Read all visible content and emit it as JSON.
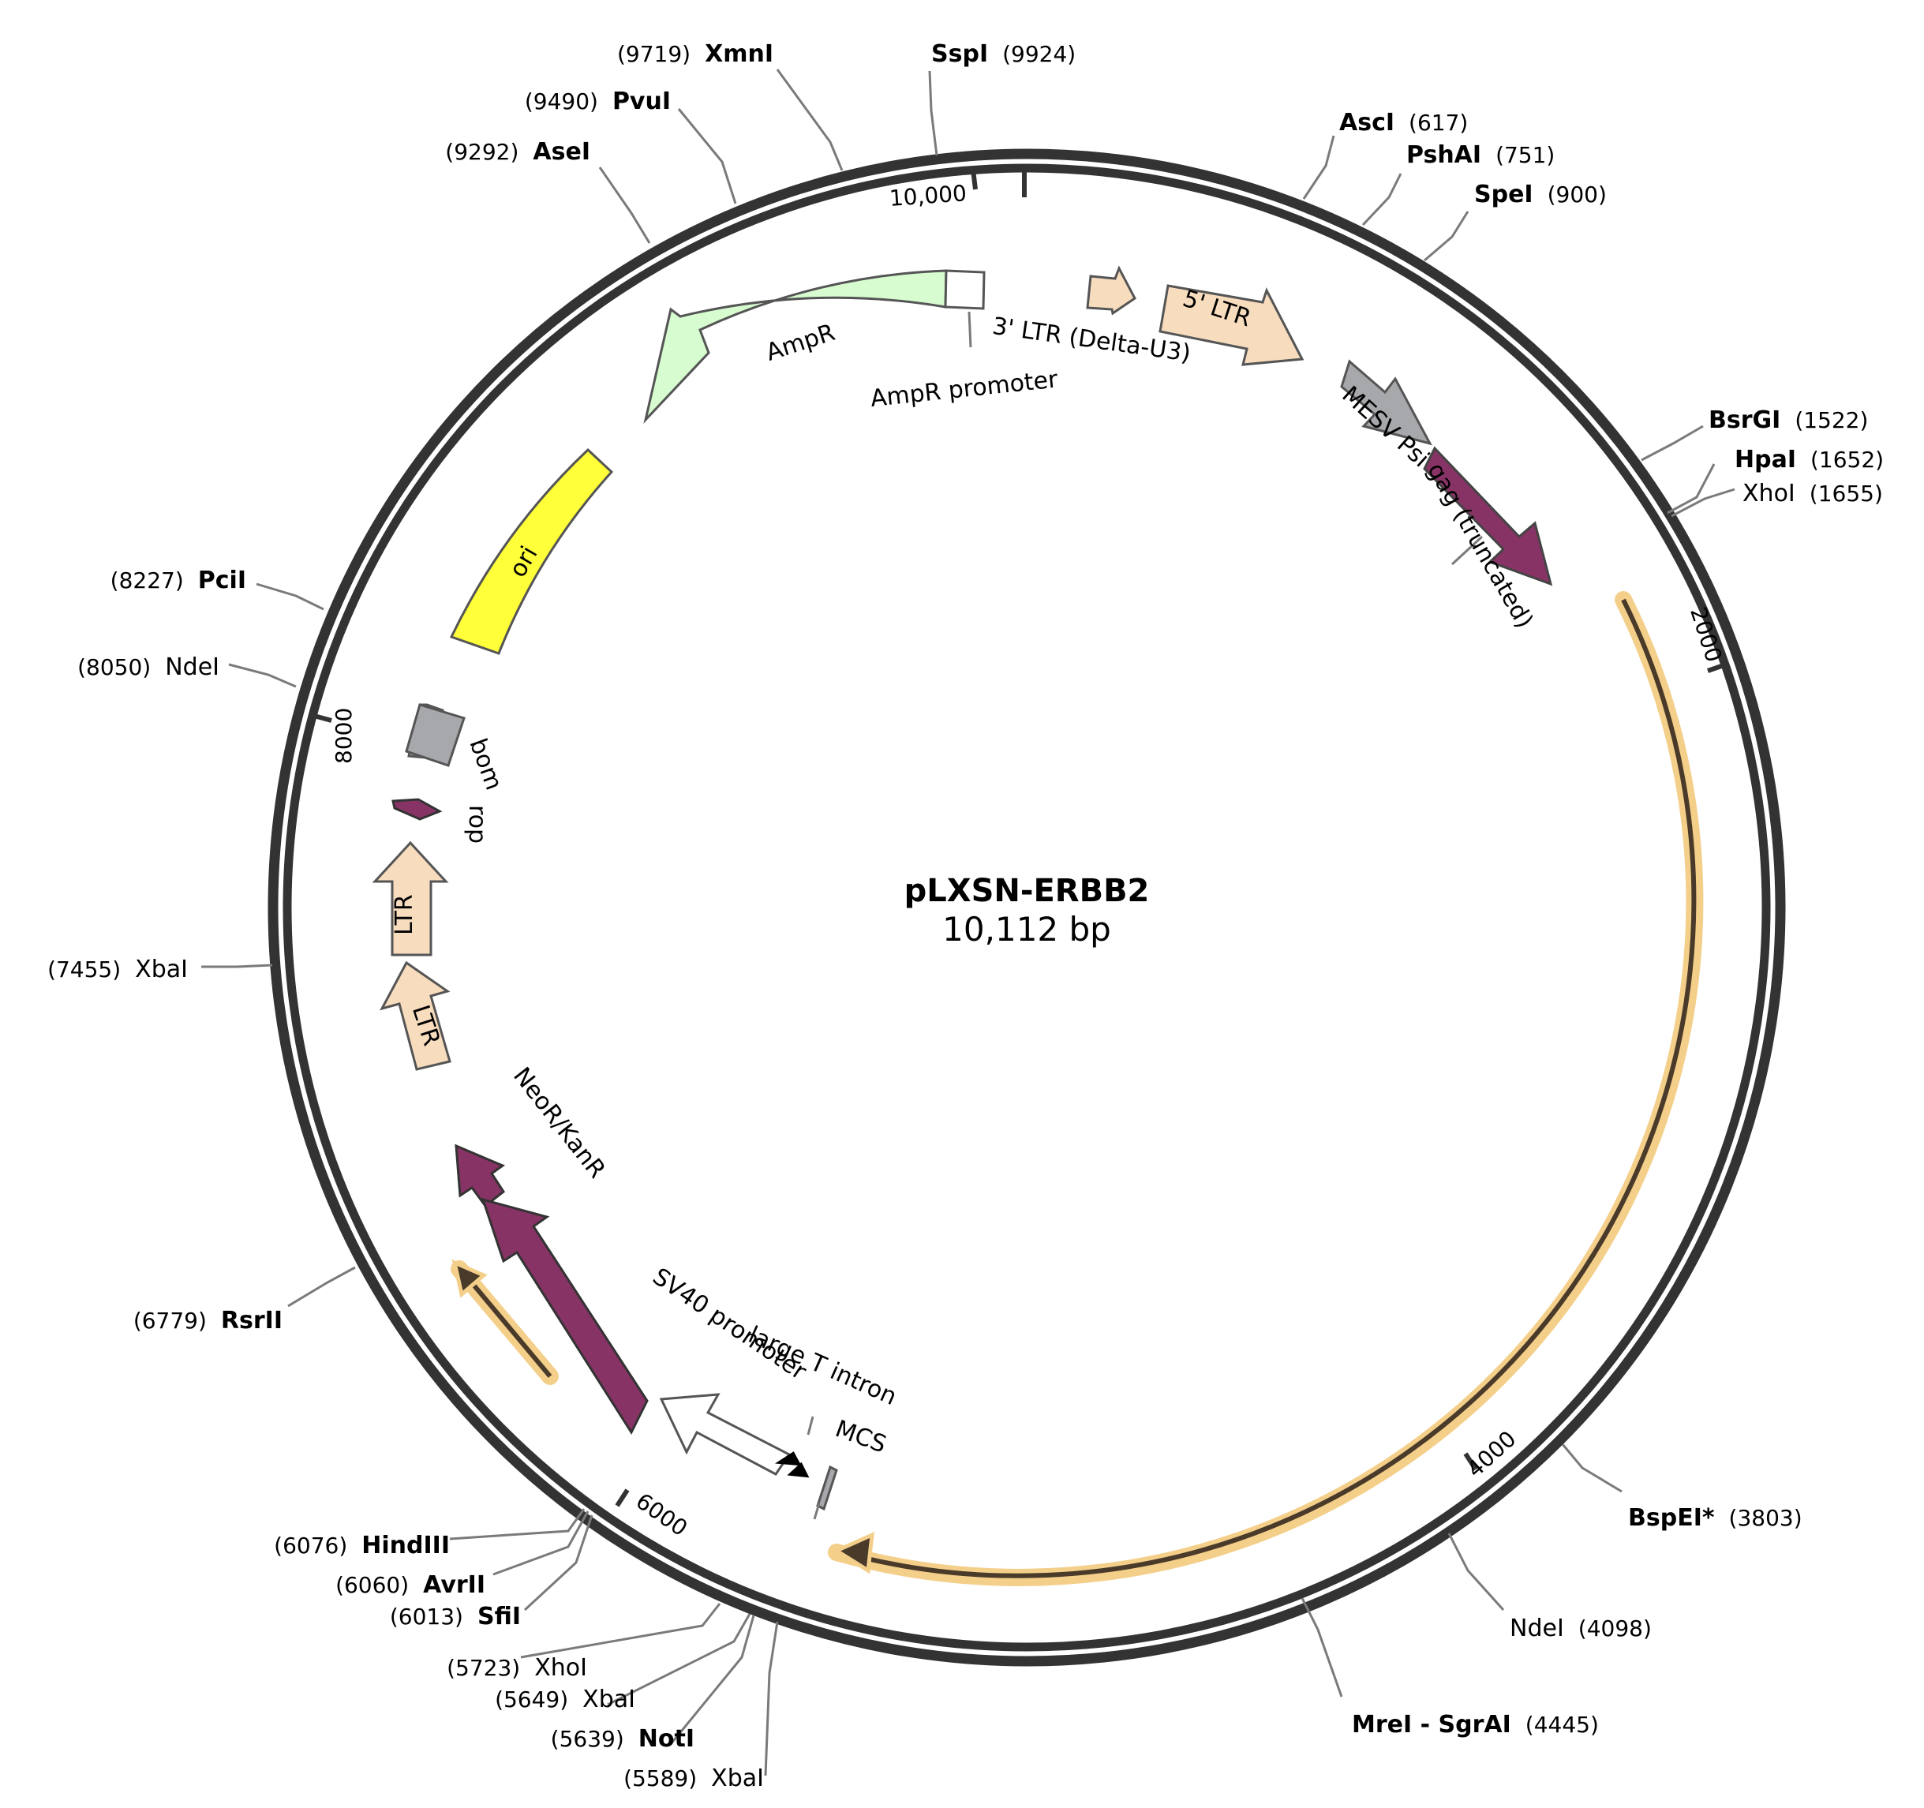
{
  "plasmid": {
    "name": "pLXSN-ERBB2",
    "length_text": "10,112 bp"
  },
  "colors": {
    "backbone": "#333333",
    "feature_light": "#f7dcbe",
    "feature_ampr": "#d7fcd0",
    "feature_ori": "#ffff3a",
    "feature_grey": "#a6a8ab",
    "feature_purple": "#883366",
    "insert_highlight": "#f4cf8a",
    "insert_line": "#4a3a2a"
  },
  "ticks": [
    {
      "label": "10,000"
    },
    {
      "label": "2000"
    },
    {
      "label": "4000"
    },
    {
      "label": "6000"
    },
    {
      "label": "8000"
    }
  ],
  "sites": [
    {
      "name": "XmnI",
      "pos": "(9719)",
      "bold": true
    },
    {
      "name": "SspI",
      "pos": "(9924)",
      "bold": true
    },
    {
      "name": "PvuI",
      "pos": "(9490)",
      "bold": true
    },
    {
      "name": "AseI",
      "pos": "(9292)",
      "bold": true
    },
    {
      "name": "AscI",
      "pos": "(617)",
      "bold": true
    },
    {
      "name": "PshAI",
      "pos": "(751)",
      "bold": true
    },
    {
      "name": "SpeI",
      "pos": "(900)",
      "bold": true
    },
    {
      "name": "BsrGI",
      "pos": "(1522)",
      "bold": true
    },
    {
      "name": "HpaI",
      "pos": "(1652)",
      "bold": true
    },
    {
      "name": "XhoI",
      "pos": "(1655)",
      "bold": false
    },
    {
      "name": "PciI",
      "pos": "(8227)",
      "bold": true
    },
    {
      "name": "NdeI",
      "pos": "(8050)",
      "bold": false
    },
    {
      "name": "XbaI",
      "pos": "(7455)",
      "bold": false
    },
    {
      "name": "RsrII",
      "pos": "(6779)",
      "bold": true
    },
    {
      "name": "BspEI*",
      "pos": "(3803)",
      "bold": true
    },
    {
      "name": "NdeI",
      "pos": "(4098)",
      "bold": false
    },
    {
      "name": "MreI - SgrAI",
      "pos": "(4445)",
      "bold": true
    },
    {
      "name": "HindIII",
      "pos": "(6076)",
      "bold": true
    },
    {
      "name": "AvrII",
      "pos": "(6060)",
      "bold": true
    },
    {
      "name": "SfiI",
      "pos": "(6013)",
      "bold": true
    },
    {
      "name": "XhoI",
      "pos": "(5723)",
      "bold": false
    },
    {
      "name": "XbaI",
      "pos": "(5649)",
      "bold": false
    },
    {
      "name": "NotI",
      "pos": "(5639)",
      "bold": true
    },
    {
      "name": "XbaI",
      "pos": "(5589)",
      "bold": false
    }
  ],
  "features": {
    "ampr": "AmpR",
    "ampr_promoter": "AmpR promoter",
    "ltr3": "3' LTR (Delta-U3)",
    "ltr5": "5' LTR",
    "mesv_psi": "MESV Psi",
    "gag": "gag (truncated)",
    "ori": "ori",
    "bom": "bom",
    "rop": "rop",
    "ltr_a": "LTR",
    "ltr_b": "LTR",
    "neor_outer": "NeoR/KanR",
    "neor_inner": "NeoR/KanR",
    "sv40_promoter": "SV40 promoter",
    "large_t_intron": "large T intron",
    "mcs": "MCS"
  }
}
